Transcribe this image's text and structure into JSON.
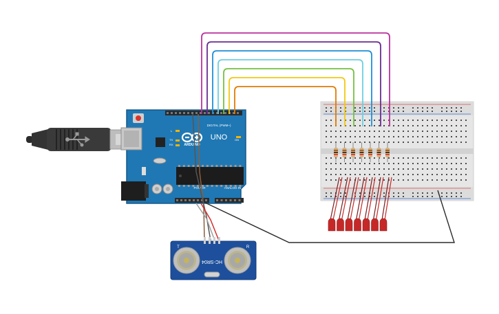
{
  "canvas": {
    "background": "#ffffff"
  },
  "usb": {
    "icon": "usb-plug-icon"
  },
  "arduino": {
    "color": "#1f78b4",
    "brand_label": "ARDUINO",
    "model_label": "UNO",
    "header_top_label": "DIGITAL (PWM~)",
    "power_label": "POWER",
    "analog_label": "ANALOG IN",
    "tx_label": "TX",
    "rx_label": "RX",
    "l_label": "L",
    "on_label": "ON",
    "logo_icon": "arduino-infinity-icon"
  },
  "sensor": {
    "model_label": "HC-SR04",
    "left_label": "T",
    "right_label": "R",
    "color": "#1d4f9c"
  },
  "breadboard": {
    "color": "#e6e6e6"
  },
  "wire_colors": [
    "#e07b00",
    "#f2c811",
    "#74c13f",
    "#6dcfe0",
    "#1e8fd6",
    "#6a2c91",
    "#b9309b"
  ],
  "resistor_count": 7,
  "led_count": 7,
  "led_color": "#c62828"
}
